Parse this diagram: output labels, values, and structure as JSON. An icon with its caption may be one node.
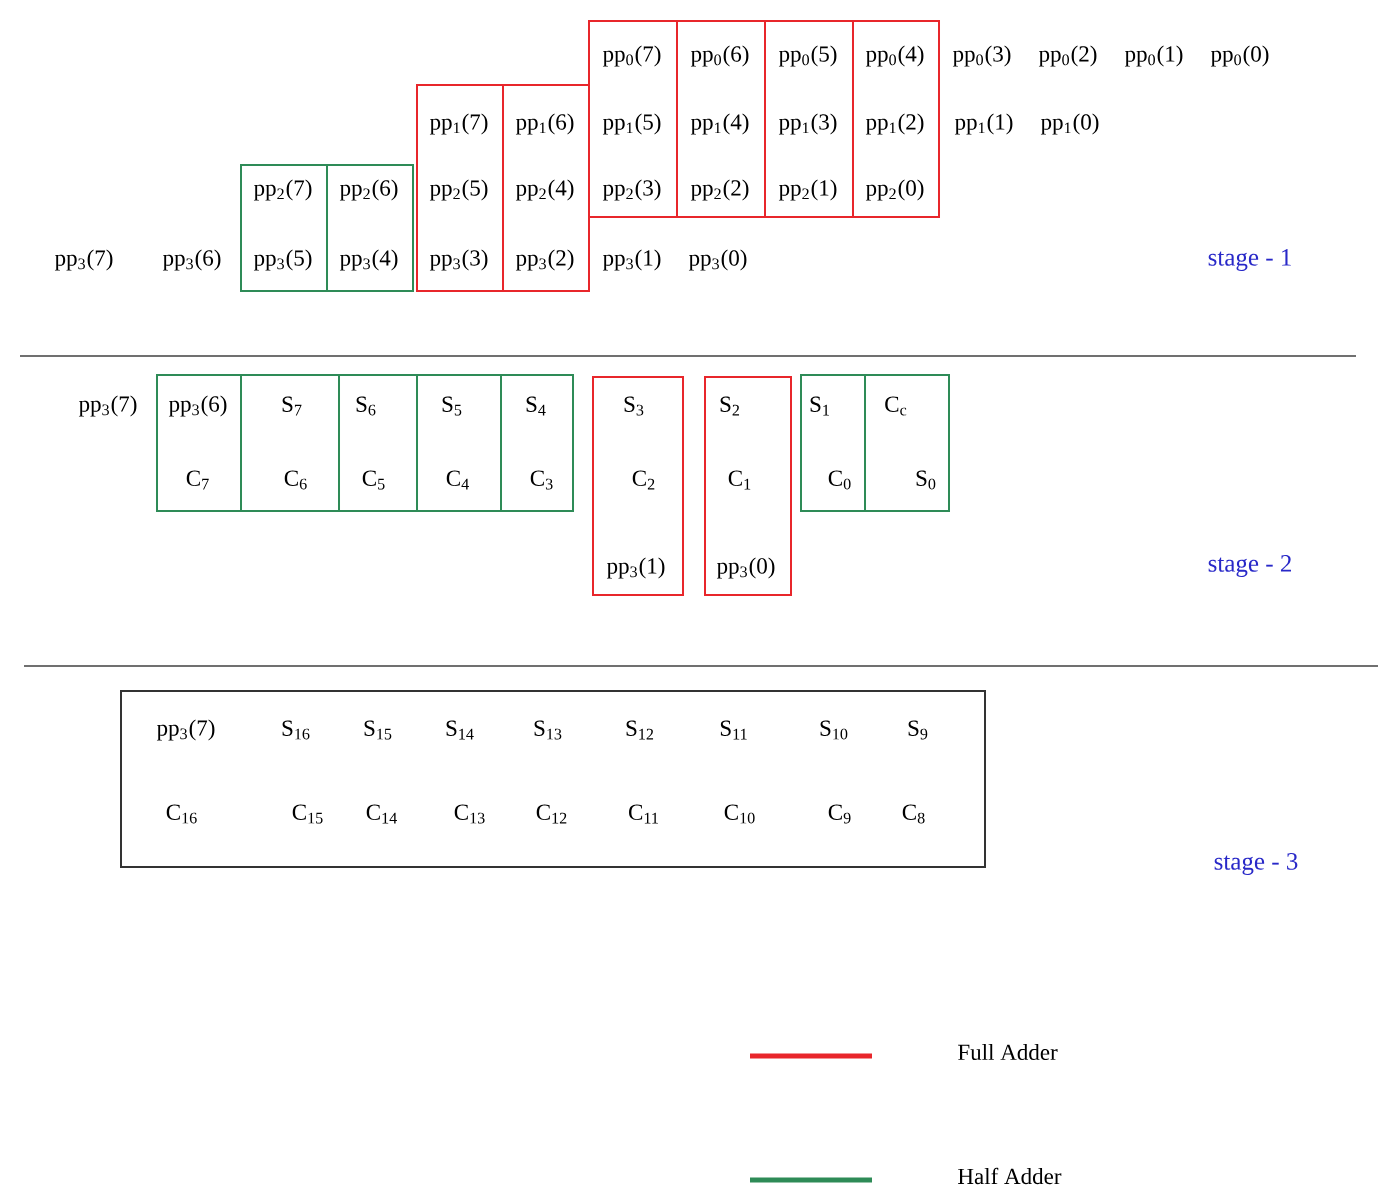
{
  "diagram": {
    "nodes": [
      {
        "text": [
          "pp$_{0}$(7)",
          "pp$_{1}$(5)",
          "pp$_{2}$(3)"
        ]
      },
      {
        "text": [
          "pp$_{0}$(6)",
          "pp$_{1}$(4)",
          "pp$_{2}$(2)"
        ]
      },
      {
        "text": [
          "pp$_{0}$(5)",
          "pp$_{1}$(3)",
          "pp$_{2}$(1)"
        ]
      },
      {
        "text": [
          "pp$_{0}$(4)",
          "pp$_{1}$(2)",
          "pp$_{2}$(0)"
        ]
      },
      {
        "text": [
          "pp$_{1}$(7)",
          "pp$_{2}$(5)",
          "pp$_{3}$(3)"
        ]
      },
      {
        "text": [
          "pp$_{1}$(6)",
          "pp$_{2}$(4)",
          "pp$_{3}$(2)"
        ]
      },
      {
        "text": [
          "pp$_{2}$(7)",
          "pp$_{3}$(5)"
        ]
      },
      {
        "text": [
          "pp$_{2}$(6)",
          "pp$_{3}$(4)"
        ]
      },
      {
        "text": [
          "pp$_{3}$(6)",
          "C$_{7}$"
        ]
      },
      {
        "text": [
          "S$_{7}$",
          "C$_{6}$"
        ]
      },
      {
        "text": [
          "S$_{6}$",
          "C$_{5}$"
        ]
      },
      {
        "text": [
          "S$_{5}$",
          "C$_{4}$"
        ]
      },
      {
        "text": [
          "S$_{4}$",
          "C$_{3}$"
        ]
      },
      {
        "text": [
          "S$_{3}$",
          "C$_{2}$",
          "pp$_{3}$(1)"
        ]
      },
      {
        "text": [
          "S$_{2}$",
          "C$_{1}$",
          "pp$_{3}$(0)"
        ]
      },
      {
        "text": [
          "S$_{1}$",
          "C$_{0}$"
        ]
      },
      {
        "text": [
          "C$_{c}$",
          "S$_{0}$"
        ]
      },
      {
        "text": [
          "pp$_{3}$(7)",
          "S$_{16}$",
          "S$_{15}$",
          "S$_{14}$",
          "S$_{13}$",
          "S$_{12}$",
          "S$_{11}$",
          "S$_{10}$",
          "S$_{9}$",
          "C$_{16}$",
          "C$_{15}$",
          "C$_{14}$",
          "C$_{13}$",
          "C$_{12}$",
          "C$_{11}$",
          "C$_{10}$",
          "C$_{9}$",
          "C$_{8}$"
        ]
      }
    ],
    "labels": [
      "pp$_{0}$(3)",
      "pp$_{0}$(2)",
      "pp$_{0}$(1)",
      "pp$_{0}$(0)",
      "pp$_{1}$(1)",
      "pp$_{1}$(0)",
      "pp$_{3}$(7)",
      "pp$_{3}$(6)",
      "pp$_{3}$(1)",
      "pp$_{3}$(0)",
      "stage - 1",
      "pp$_{3}$(7)",
      "stage - 2",
      "stage - 3"
    ],
    "legend": [
      {
        "text": "Full Adder",
        "color": "#e8262b"
      },
      {
        "text": "Half Adder",
        "color": "#2e8b57"
      }
    ]
  }
}
